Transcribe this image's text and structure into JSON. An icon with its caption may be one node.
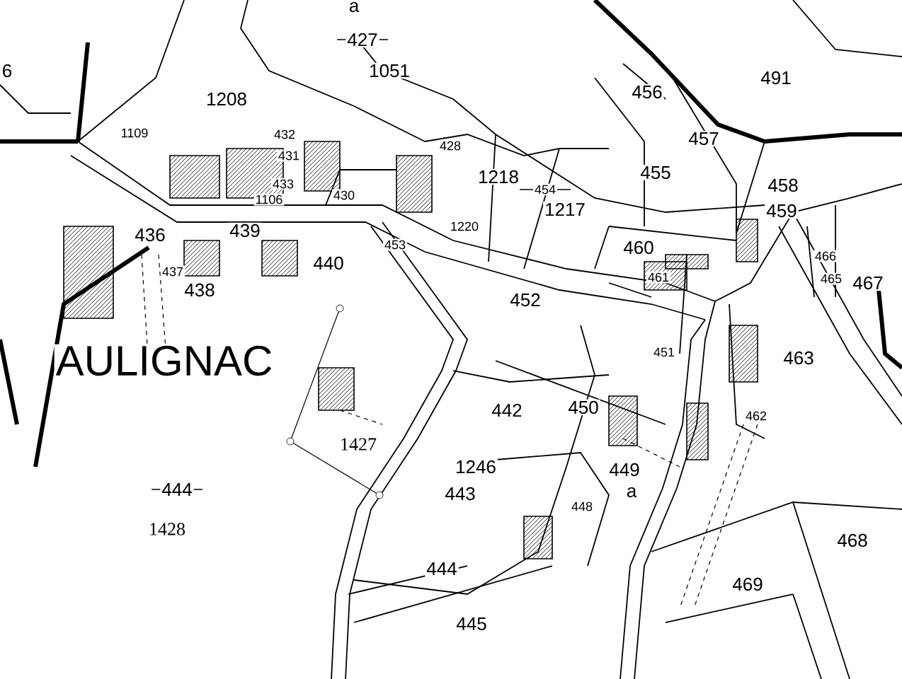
{
  "diagram": {
    "labels": [
      "6",
      "a",
      "427",
      "1051",
      "491",
      "456",
      "1208",
      "457",
      "1109",
      "432",
      "431",
      "428",
      "455",
      "1218",
      "454",
      "433",
      "1106",
      "430",
      "1217",
      "458",
      "459",
      "1220",
      "436",
      "439",
      "453",
      "460",
      "466",
      "440",
      "437",
      "465",
      "467",
      "461",
      "438",
      "452",
      "451",
      "463",
      "AULIGNAC",
      "442",
      "450",
      "462",
      "1427",
      "449",
      "1246",
      "443",
      "a",
      "444",
      "448",
      "1428",
      "468",
      "444",
      "469",
      "445"
    ]
  }
}
